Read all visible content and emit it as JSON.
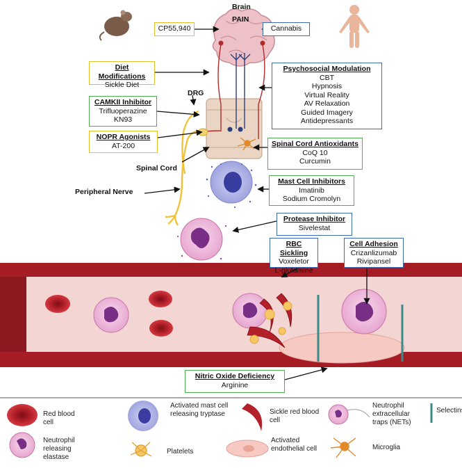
{
  "labels": {
    "brain": "Brain",
    "pain": "PAIN",
    "drg": "DRG",
    "spinal_cord": "Spinal Cord",
    "peripheral_nerve": "Peripheral Nerve"
  },
  "boxes": {
    "cp55940": {
      "title": "",
      "items": [
        "CP55,940"
      ]
    },
    "cannabis": {
      "title": "",
      "items": [
        "Cannabis"
      ]
    },
    "diet": {
      "title": "Diet Modifications",
      "items": [
        "Sickle Diet"
      ]
    },
    "psychosocial": {
      "title": "Psychosocial Modulation",
      "items": [
        "CBT",
        "Hypnosis",
        "Virtual Reality",
        "AV Relaxation",
        "Guided Imagery",
        "Antidepressants"
      ]
    },
    "camkii": {
      "title": "CAMKII Inhibitor",
      "items": [
        "Trifluoperazine",
        "KN93"
      ]
    },
    "nopr": {
      "title": "NOPR Agonists",
      "items": [
        "AT-200"
      ]
    },
    "antioxidants": {
      "title": "Spinal Cord Antioxidants",
      "items": [
        "CoQ 10",
        "Curcumin"
      ]
    },
    "mast": {
      "title": "Mast Cell Inhibitors",
      "items": [
        "Imatinib",
        "Sodium Cromolyn"
      ]
    },
    "protease": {
      "title": "Protease Inhibitor",
      "items": [
        "Sivelestat"
      ]
    },
    "rbc": {
      "title": "RBC Sickling",
      "items": [
        "Voxeletor",
        "L-glutamine"
      ]
    },
    "adhesion": {
      "title": "Cell Adhesion",
      "items": [
        "Crizanlizumab",
        "Rivipansel"
      ]
    },
    "nitric": {
      "title": "Nitric Oxide Deficiency",
      "items": [
        "Arginine"
      ]
    }
  },
  "legend": [
    {
      "key": "rbc",
      "label": "Red blood cell"
    },
    {
      "key": "mast",
      "label": "Activated mast cell releasing tryptase"
    },
    {
      "key": "sickle",
      "label": "Sickle red blood cell"
    },
    {
      "key": "nets",
      "label": "Neutrophil extracellular traps (NETs)"
    },
    {
      "key": "selectins",
      "label": "Selectins"
    },
    {
      "key": "neutrophil",
      "label": "Neutrophil releasing elastase"
    },
    {
      "key": "platelets",
      "label": "Platelets"
    },
    {
      "key": "endothelial",
      "label": "Activated endothelial cell"
    },
    {
      "key": "microglia",
      "label": "Microglia"
    }
  ],
  "colors": {
    "yellow_box": "#e3c02a",
    "blue_box": "#3b6bb5",
    "green_box": "#4caf50",
    "vessel": "#a51c24",
    "vessel_lumen": "#f3d6d3"
  }
}
